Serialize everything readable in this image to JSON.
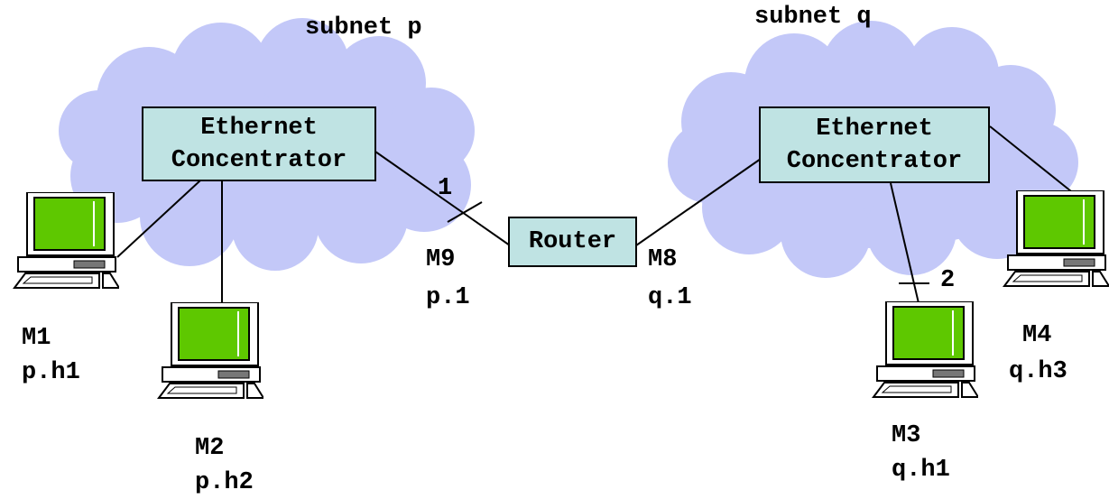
{
  "subnets": {
    "p": {
      "label": "subnet p"
    },
    "q": {
      "label": "subnet q"
    }
  },
  "concentrators": {
    "p": {
      "line1": "Ethernet",
      "line2": "Concentrator"
    },
    "q": {
      "line1": "Ethernet",
      "line2": "Concentrator"
    }
  },
  "router": {
    "label": "Router"
  },
  "interfaces": {
    "m9": {
      "name": "M9",
      "address": "p.1"
    },
    "m8": {
      "name": "M8",
      "address": "q.1"
    }
  },
  "hosts": {
    "m1": {
      "name": "M1",
      "address": "p.h1"
    },
    "m2": {
      "name": "M2",
      "address": "p.h2"
    },
    "m3": {
      "name": "M3",
      "address": "q.h1"
    },
    "m4": {
      "name": "M4",
      "address": "q.h3"
    }
  },
  "markers": {
    "one": "1",
    "two": "2"
  },
  "colors": {
    "cloud": "#c3c8f8",
    "box_fill": "#bfe3e3",
    "screen": "#5ec800",
    "line": "#000000"
  }
}
